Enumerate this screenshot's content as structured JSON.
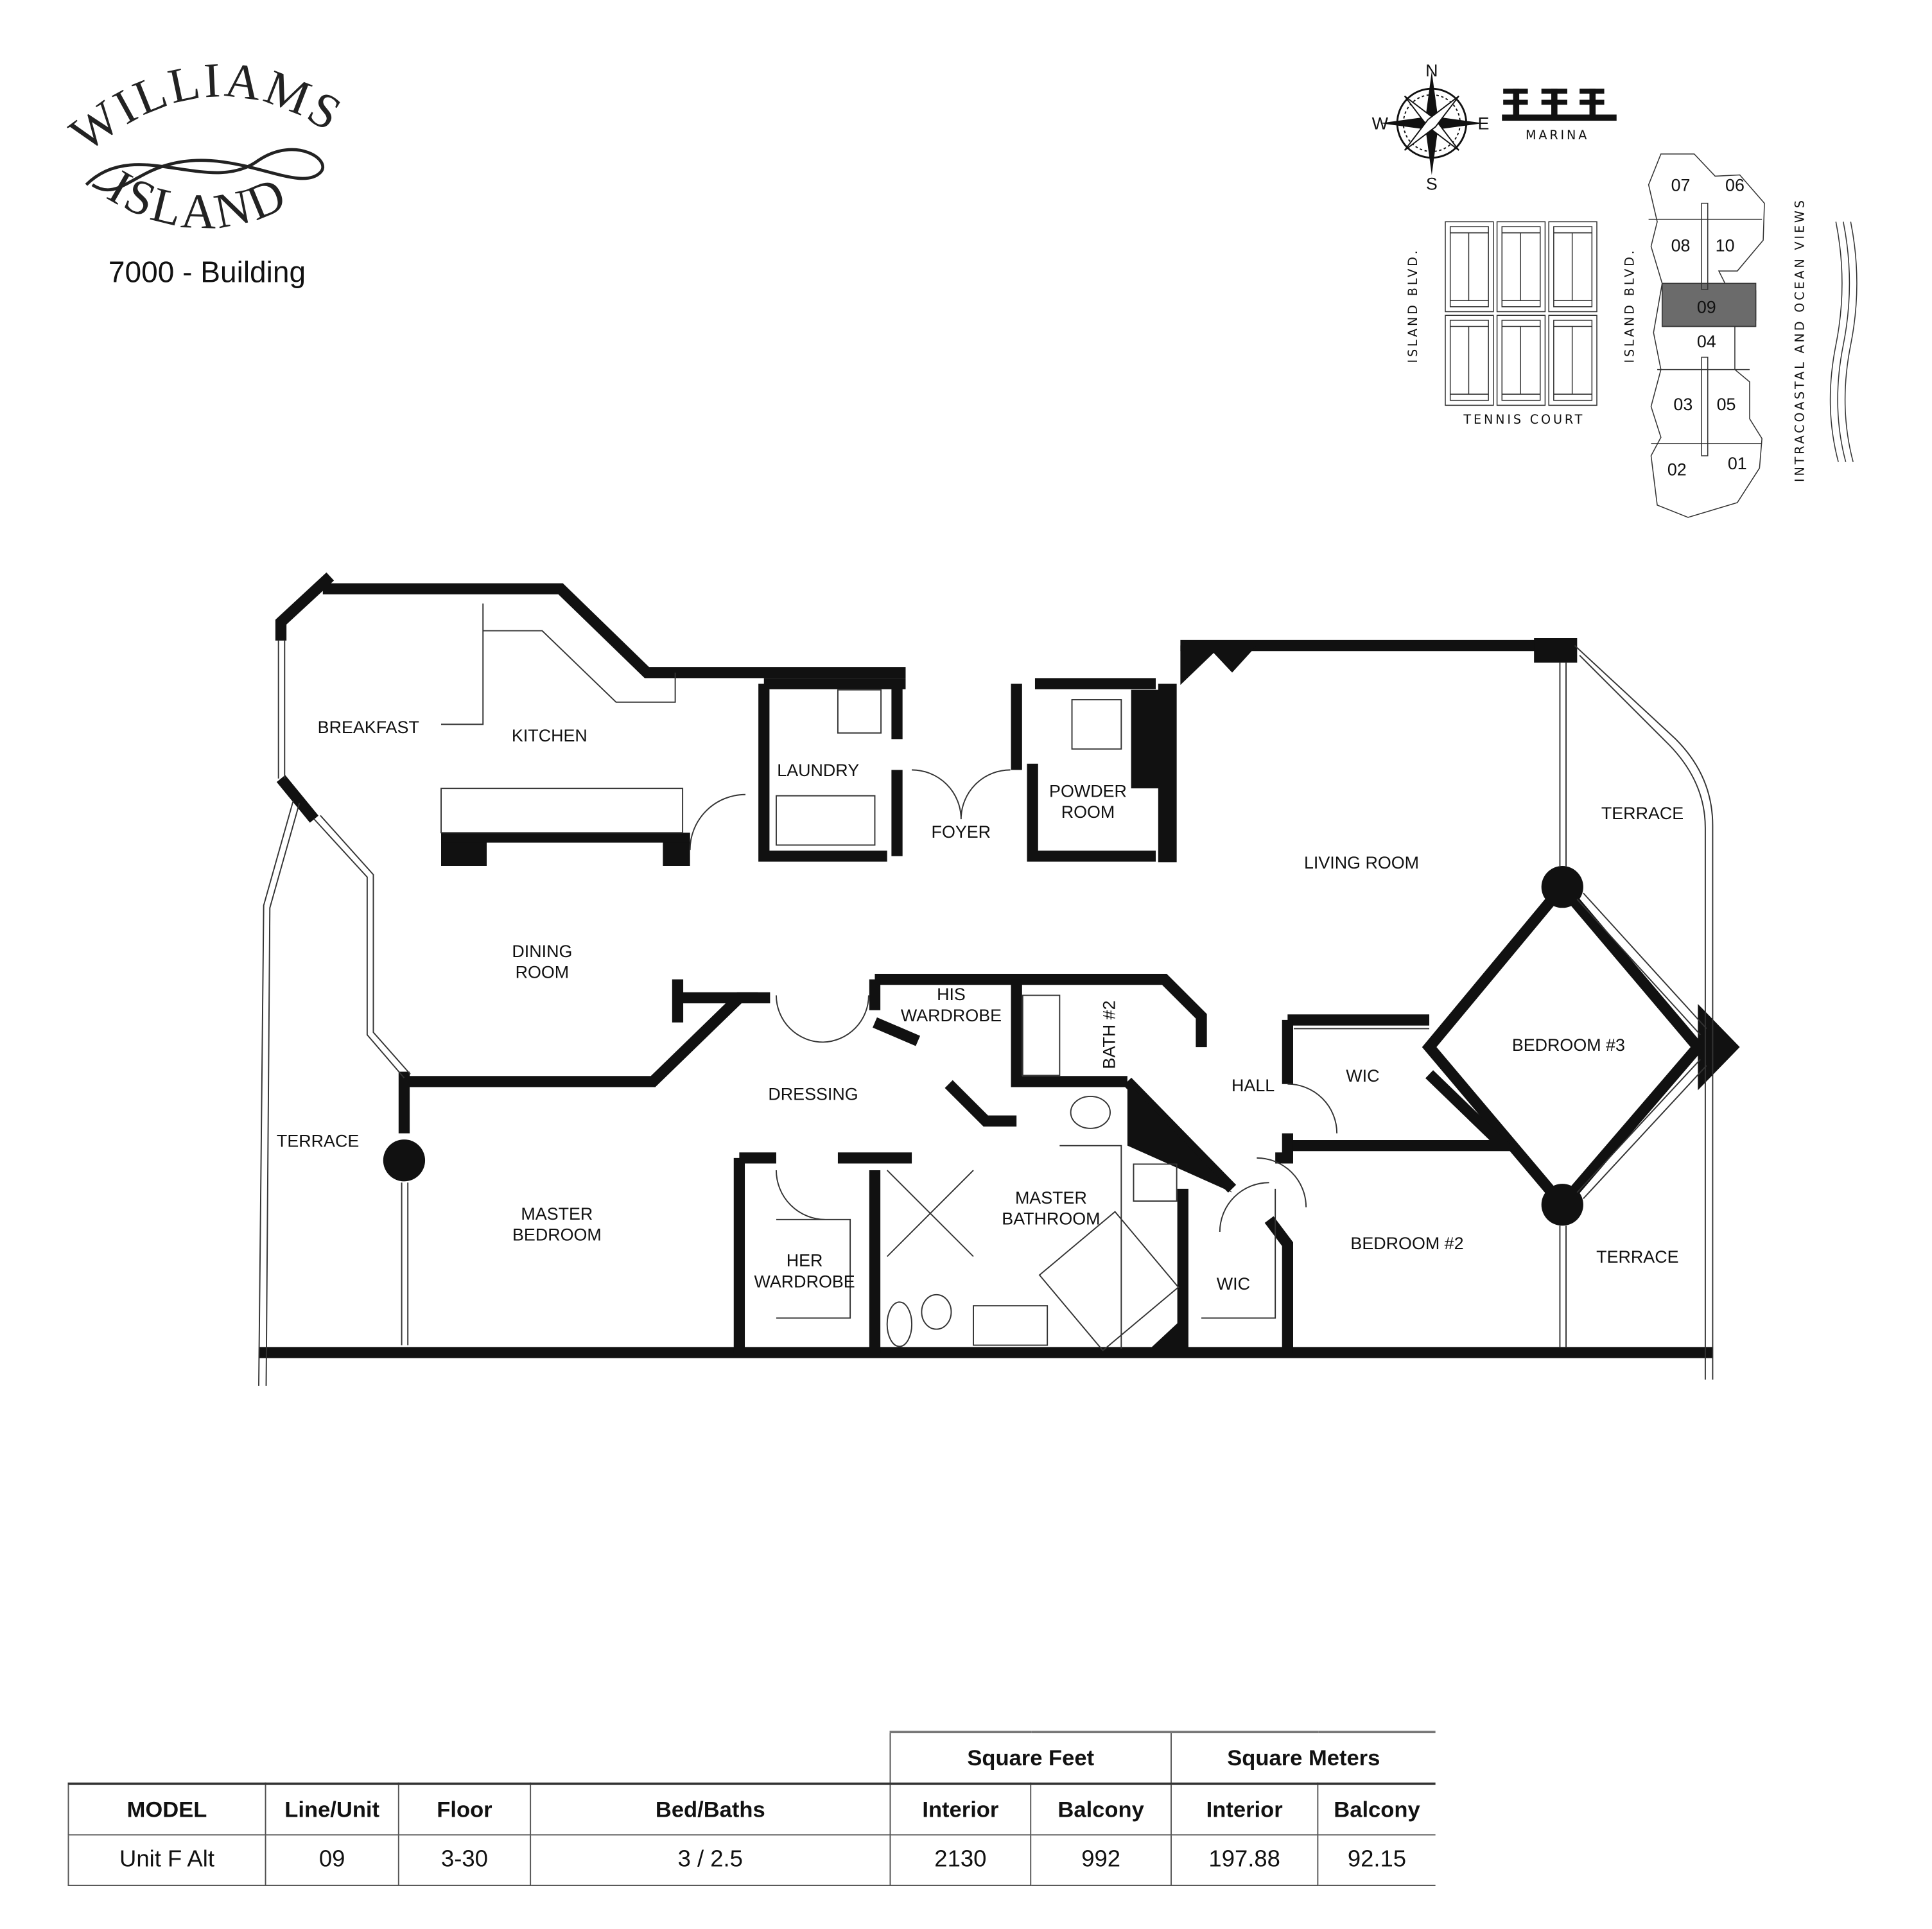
{
  "logo": {
    "line1": "WILLIAMS",
    "line2": "ISLAND",
    "building": "7000 - Building"
  },
  "compass": {
    "n": "N",
    "s": "S",
    "e": "E",
    "w": "W"
  },
  "site": {
    "marina": "MARINA",
    "tennis_court": "TENNIS COURT",
    "street_left": "ISLAND BLVD.",
    "street_right": "ISLAND BLVD.",
    "views": "INTRACOASTAL AND OCEAN VIEWS",
    "units": [
      "07",
      "06",
      "08",
      "10",
      "09",
      "04",
      "03",
      "05",
      "02",
      "01"
    ],
    "highlighted_unit": "09",
    "highlight_color": "#6b6b6b"
  },
  "rooms": [
    "BREAKFAST",
    "KITCHEN",
    "LAUNDRY",
    "FOYER",
    "POWDER ROOM",
    "LIVING ROOM",
    "TERRACE",
    "DINING ROOM",
    "HIS WARDROBE",
    "BATH #2",
    "HALL",
    "WIC",
    "BEDROOM #3",
    "DRESSING",
    "TERRACE",
    "MASTER BEDROOM",
    "MASTER BATHROOM",
    "HER WARDROBE",
    "WIC",
    "BEDROOM #2",
    "TERRACE"
  ],
  "table": {
    "group_headers": [
      "Square Feet",
      "Square Meters"
    ],
    "headers": [
      "MODEL",
      "Line/Unit",
      "Floor",
      "Bed/Baths",
      "Interior",
      "Balcony",
      "Interior",
      "Balcony"
    ],
    "row": [
      "Unit F Alt",
      "09",
      "3-30",
      "3 / 2.5",
      "2130",
      "992",
      "197.88",
      "92.15"
    ]
  }
}
